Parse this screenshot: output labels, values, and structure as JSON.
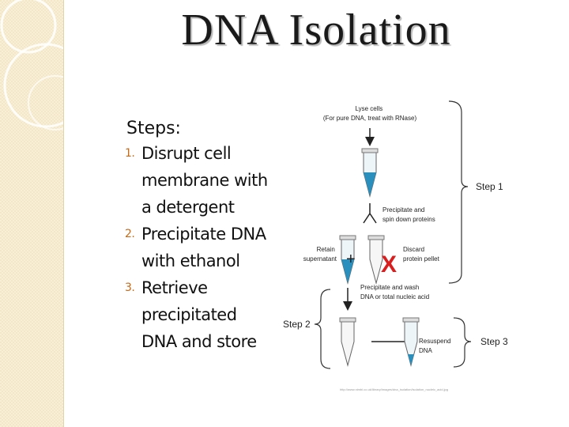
{
  "slide": {
    "title": "DNA Isolation",
    "steps_heading": "Steps:",
    "steps": [
      {
        "number": "1.",
        "lines": [
          "Disrupt cell",
          "membrane with",
          "a detergent"
        ]
      },
      {
        "number": "2.",
        "lines": [
          "Precipitate DNA",
          "with ethanol"
        ]
      },
      {
        "number": "3.",
        "lines": [
          "Retrieve",
          "precipitated",
          "DNA and store"
        ]
      }
    ]
  },
  "figure": {
    "lyse_lines": [
      "Lyse cells",
      "(For pure DNA, treat with RNase)"
    ],
    "precipitate_spin_lines": [
      "Precipitate and",
      "spin down proteins"
    ],
    "retain_lines": [
      "Retain",
      "supernatant"
    ],
    "discard_lines": [
      "Discard",
      "protein pellet"
    ],
    "plus_sign": "+",
    "x_mark": "X",
    "precipitate_wash_lines": [
      "Precipitate and wash",
      "DNA or total nucleic acid"
    ],
    "resuspend_lines": [
      "Resuspend",
      "DNA"
    ],
    "step1": "Step 1",
    "step2": "Step 2",
    "step3": "Step 3",
    "source_url": "http://www.nimbi.co.uk/library/images/dna_isolation/isolation_nucleic_acid.jpg",
    "colors": {
      "blue_liquid": "#2a8fbd",
      "x_red": "#d81e1e",
      "accent_orange": "#c76a18"
    }
  }
}
